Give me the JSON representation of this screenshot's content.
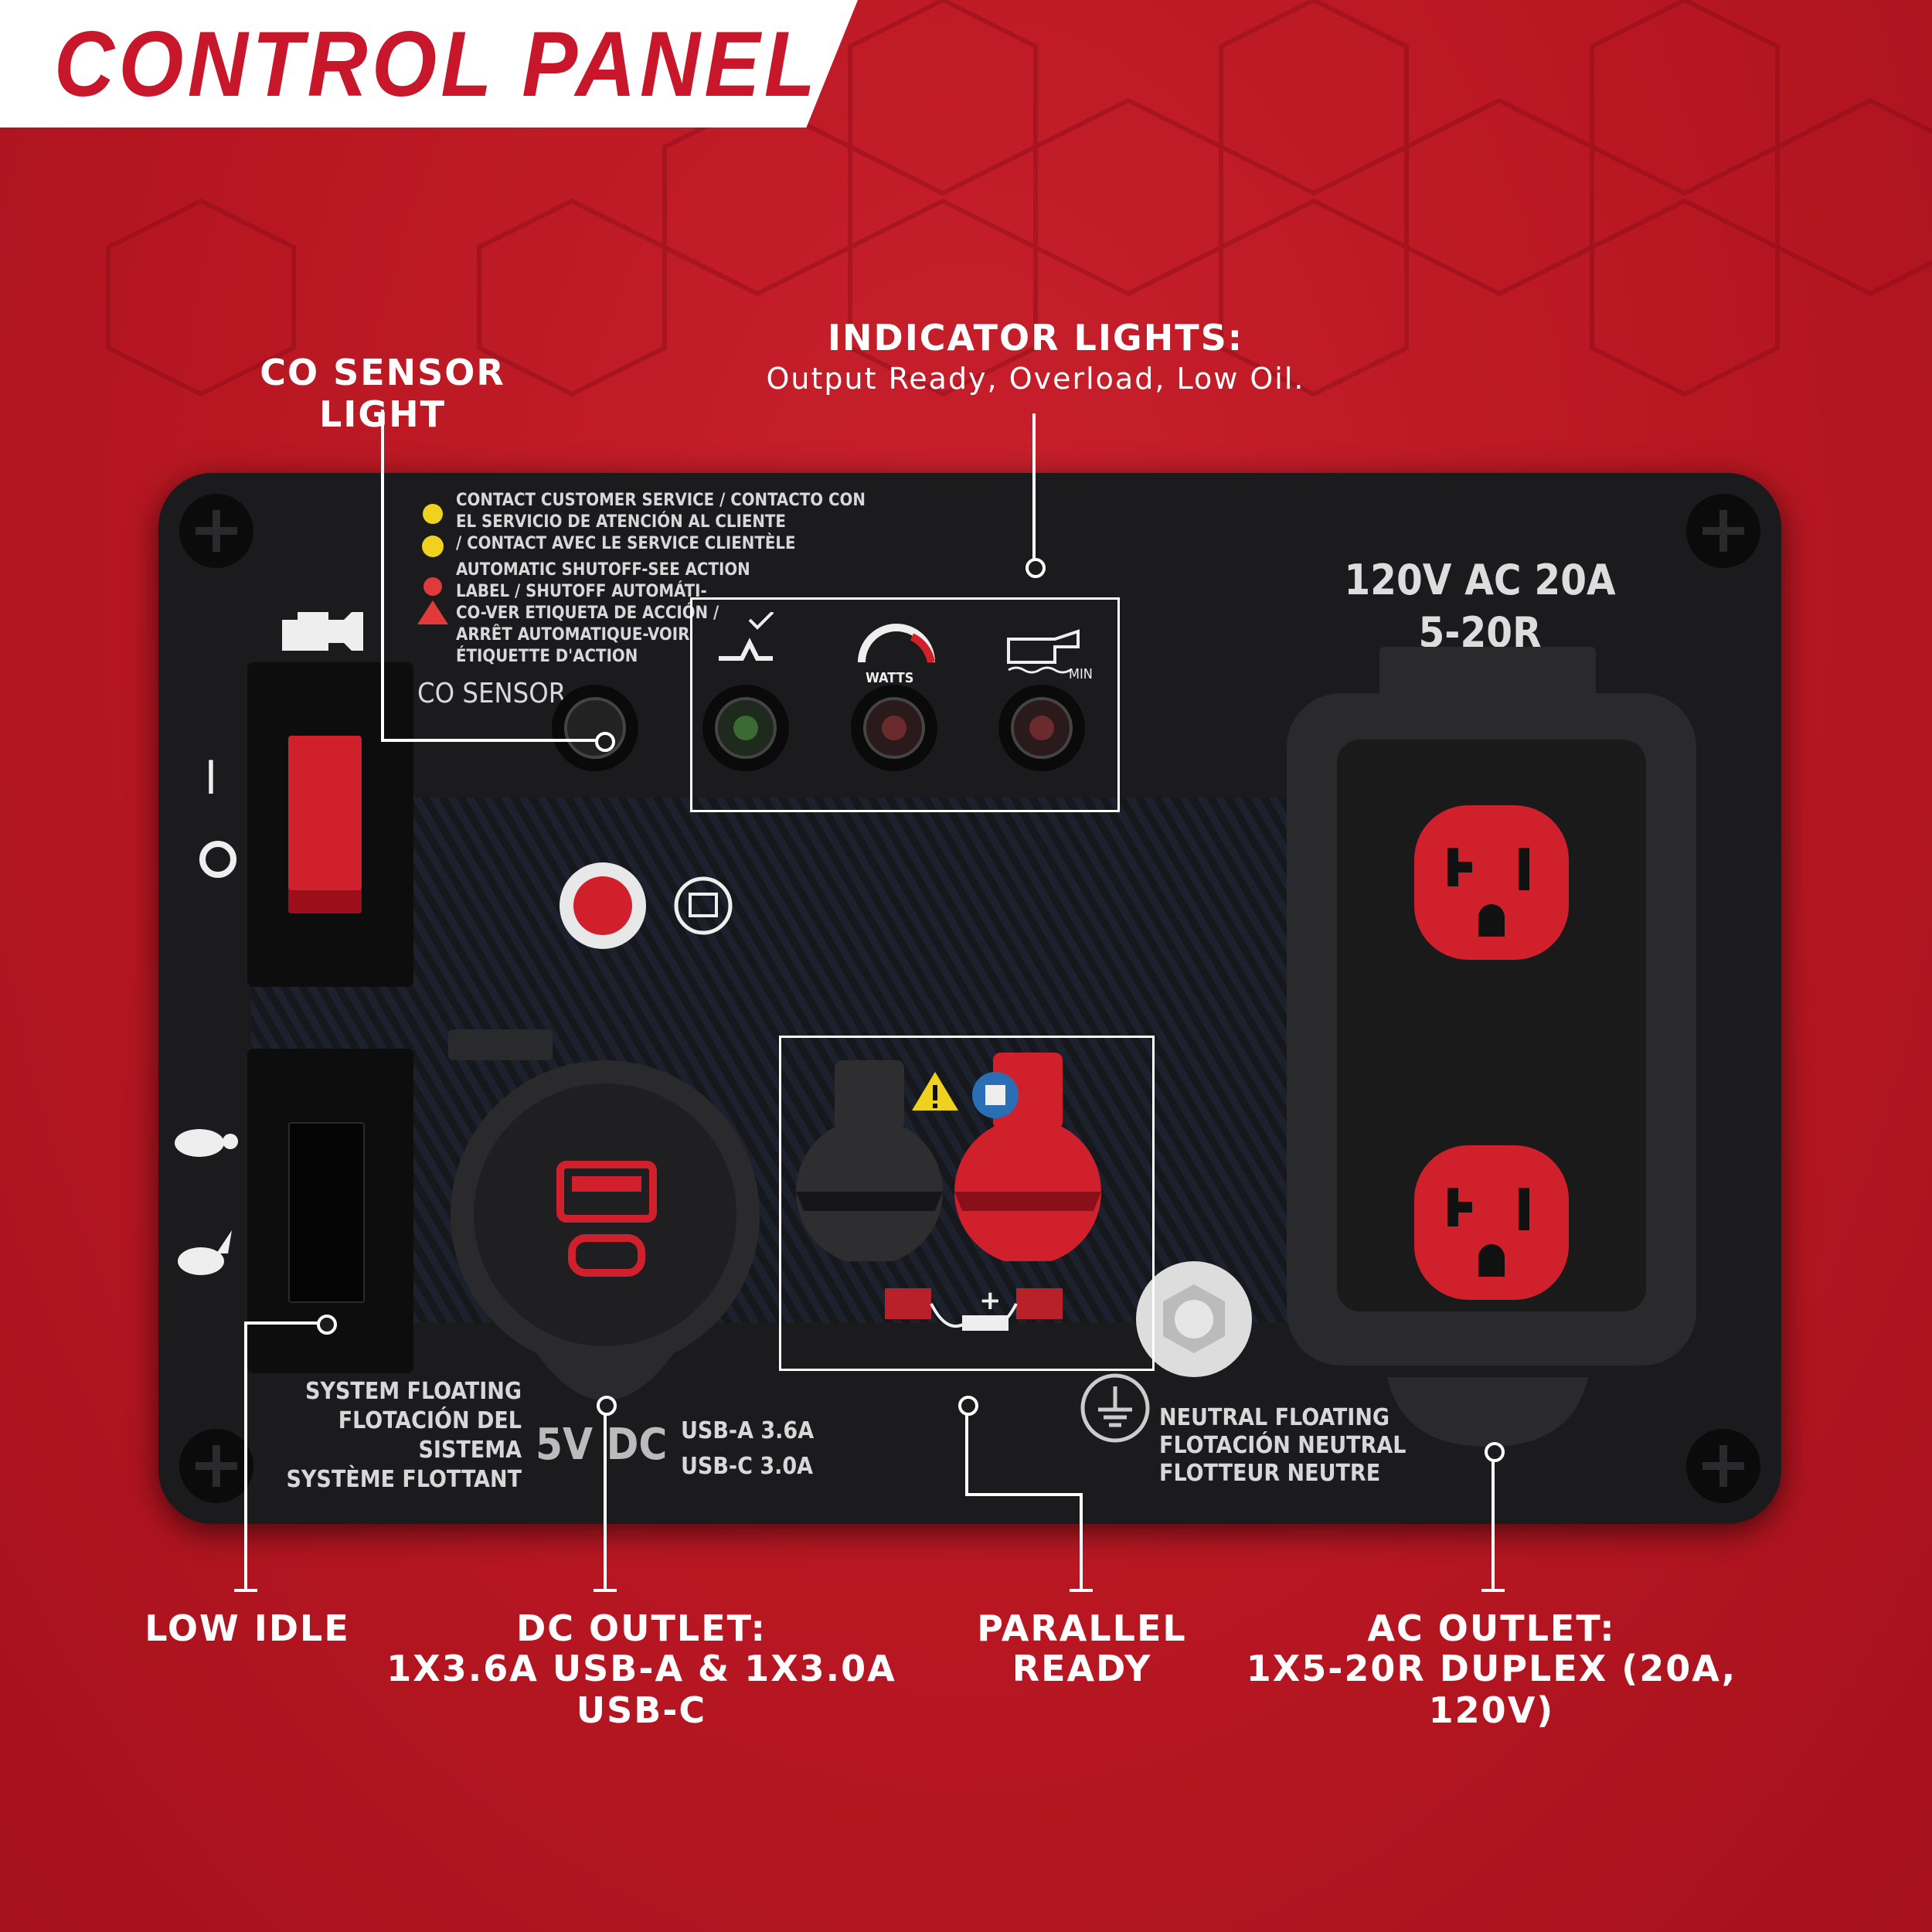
{
  "title": "CONTROL PANEL",
  "callouts": {
    "co_sensor_light": "CO SENSOR LIGHT",
    "indicator_lights": "INDICATOR LIGHTS:",
    "indicator_lights_sub": "Output Ready, Overload, Low Oil.",
    "low_idle": "LOW IDLE",
    "dc_outlet_line1": "DC OUTLET:",
    "dc_outlet_line2": "1X3.6A USB-A & 1X3.0A USB-C",
    "parallel_line1": "PARALLEL",
    "parallel_line2": "READY",
    "ac_outlet_line1": "AC OUTLET:",
    "ac_outlet_line2": "1X5-20R DUPLEX (20A, 120V)"
  },
  "panel": {
    "warning_lines_1": [
      "CONTACT CUSTOMER SERVICE / CONTACTO CON",
      "EL SERVICIO DE ATENCIÓN AL CLIENTE",
      "/ CONTACT AVEC LE SERVICE CLIENTÈLE"
    ],
    "warning_lines_2": [
      "AUTOMATIC SHUTOFF-SEE ACTION",
      "LABEL / SHUTOFF AUTOMÁTI-",
      "CO-VER ETIQUETA DE ACCIÓN /",
      "ARRÊT AUTOMATIQUE-VOIR",
      "ÉTIQUETTE D'ACTION"
    ],
    "co_sensor": "CO SENSOR",
    "watts": "WATTS",
    "min": "MIN",
    "ac_rating_1": "120V AC 20A",
    "ac_rating_2": "5-20R",
    "switch_on": "I",
    "switch_off": "O",
    "system_floating": [
      "SYSTEM FLOATING",
      "FLOTACIÓN DEL SISTEMA",
      "SYSTÈME FLOTTANT"
    ],
    "dc_label": "5V DC",
    "usb_a": "USB-A 3.6A",
    "usb_c": "USB-C 3.0A",
    "neutral_floating": [
      "NEUTRAL FLOATING",
      "FLOTACIÓN NEUTRAL",
      "FLOTTEUR NEUTRE"
    ]
  },
  "colors": {
    "brand_red": "#c8162a",
    "panel": "#1b1b1d",
    "outlet_red": "#d0202c"
  }
}
